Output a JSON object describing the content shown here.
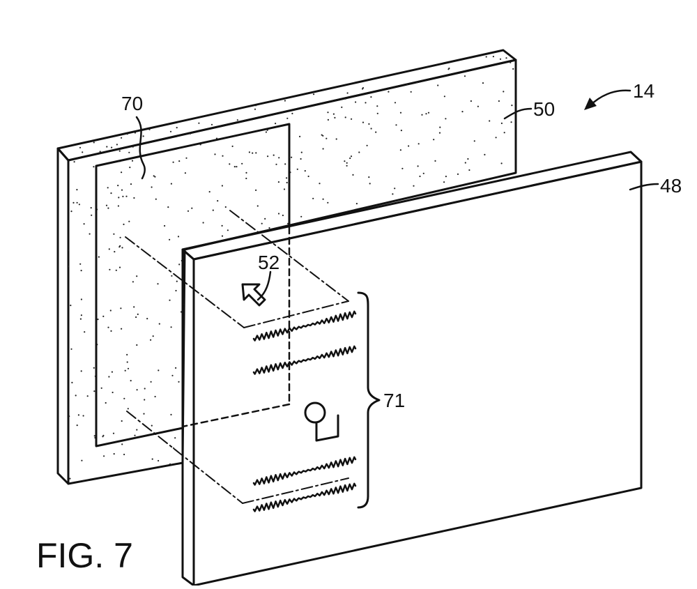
{
  "figure": {
    "caption": "FIG. 7",
    "labels": {
      "assembly": "14",
      "front_panel": "48",
      "rear_panel": "50",
      "viewing_direction": "52",
      "inner_window": "70",
      "pattern_group": "71"
    }
  }
}
